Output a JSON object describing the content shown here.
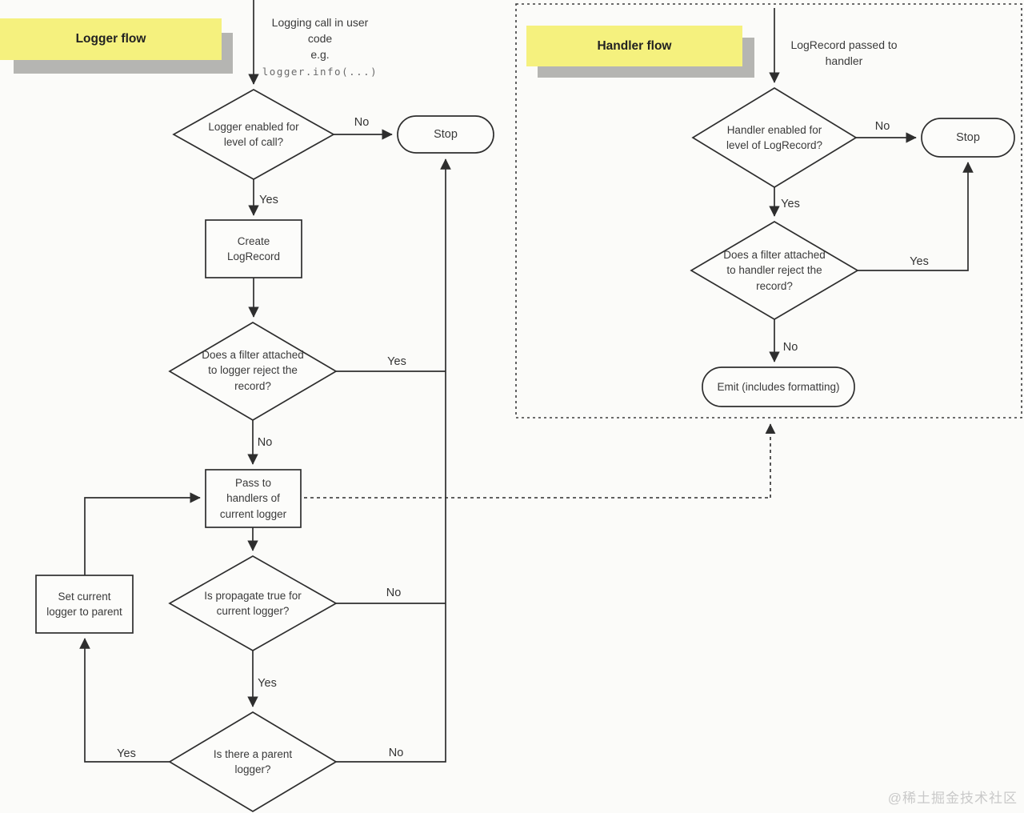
{
  "colors": {
    "sticky_yellow": "#f5f17e",
    "sticky_shadow": "#b5b5b2",
    "line": "#2e2e2e",
    "watermark_gray": "#c9c9c9"
  },
  "logger": {
    "title": "Logger flow",
    "start": "Logging call in user\ncode\ne.g.",
    "start_code": "logger.info(...)",
    "nodes": {
      "enabled": "Logger enabled for\nlevel of call?",
      "stop": "Stop",
      "create": "Create\nLogRecord",
      "filter": "Does a filter attached\nto logger reject the\nrecord?",
      "pass": "Pass to\nhandlers of\ncurrent logger",
      "propagate": "Is propagate true for\ncurrent logger?",
      "set_parent": "Set current\nlogger to parent",
      "parent": "Is there a parent\nlogger?"
    },
    "labels": {
      "enabled_no": "No",
      "enabled_yes": "Yes",
      "filter_yes": "Yes",
      "filter_no": "No",
      "propagate_no": "No",
      "propagate_yes": "Yes",
      "parent_yes": "Yes",
      "parent_no": "No"
    }
  },
  "handler": {
    "title": "Handler flow",
    "start": "LogRecord passed to\nhandler",
    "nodes": {
      "enabled": "Handler enabled for\nlevel of LogRecord?",
      "stop": "Stop",
      "filter": "Does a filter attached\nto handler reject the\nrecord?",
      "emit": "Emit (includes formatting)"
    },
    "labels": {
      "enabled_no": "No",
      "enabled_yes": "Yes",
      "filter_yes": "Yes",
      "filter_no": "No"
    }
  },
  "watermark": "@稀土掘金技术社区"
}
